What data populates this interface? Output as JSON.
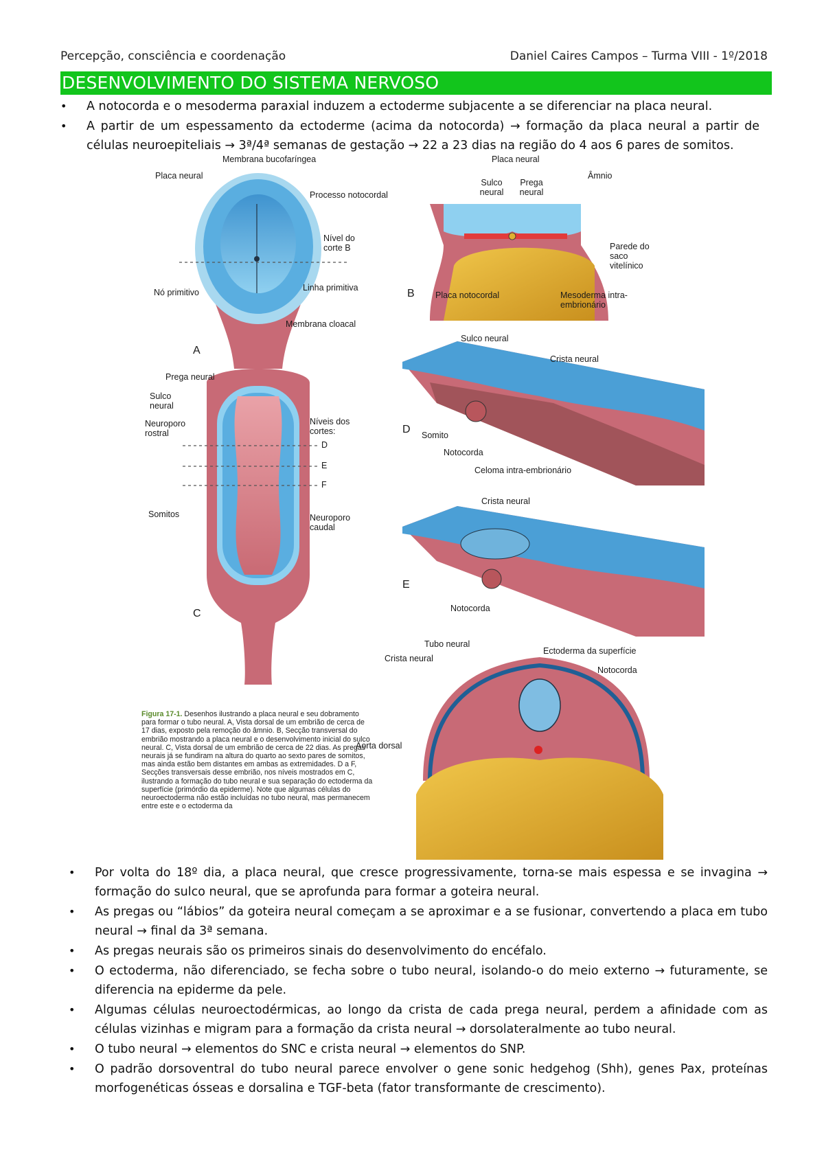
{
  "header": {
    "left": "Percepção, consciência e coordenação",
    "right": "Daniel Caires Campos – Turma VIII - 1º/2018"
  },
  "title": "DESENVOLVIMENTO DO SISTEMA NERVOSO",
  "bullets_top": [
    "A notocorda e o mesoderma paraxial induzem a ectoderme subjacente a se diferenciar na placa neural.",
    "A partir de um espessamento da ectoderme (acima da notocorda) → formação da placa neural a partir de células neuroepiteliais → 3ª/4ª semanas de gestação → 22 a 23 dias na região do 4 aos 6 pares de somitos."
  ],
  "figure": {
    "panel_a": {
      "letter": "A",
      "labels": {
        "membrana_bucofaringea": "Membrana bucofaríngea",
        "placa_neural": "Placa neural",
        "processo_notocordal": "Processo notocordal",
        "nivel_corte": "Nível do corte B",
        "no_primitivo": "Nó primitivo",
        "linha_primitiva": "Linha primitiva",
        "membrana_cloacal": "Membrana cloacal"
      }
    },
    "panel_b": {
      "letter": "B",
      "labels": {
        "placa_neural": "Placa neural",
        "sulco_neural": "Sulco neural",
        "prega_neural": "Prega neural",
        "amnio": "Âmnio",
        "parede_saco": "Parede do saco vitelínico",
        "placa_notocordal": "Placa notocordal",
        "mesoderma": "Mesoderma intra-embrionário"
      }
    },
    "panel_c": {
      "letter": "C",
      "labels": {
        "prega_neural": "Prega neural",
        "sulco_neural": "Sulco neural",
        "neuroporo_rostral": "Neuroporo rostral",
        "niveis_cortes": "Níveis dos cortes:",
        "d": "D",
        "e": "E",
        "f": "F",
        "somitos": "Somitos",
        "neuroporo_caudal": "Neuroporo caudal"
      }
    },
    "panel_d": {
      "letter": "D",
      "labels": {
        "sulco_neural": "Sulco neural",
        "crista_neural": "Crista neural",
        "somito": "Somito",
        "notocorda": "Notocorda",
        "celoma": "Celoma intra-embrionário"
      }
    },
    "panel_e": {
      "letter": "E",
      "labels": {
        "crista_neural": "Crista neural",
        "notocorda": "Notocorda"
      }
    },
    "panel_f": {
      "labels": {
        "tubo_neural": "Tubo neural",
        "crista_neural": "Crista neural",
        "ectoderma": "Ectoderma da superfície",
        "notocorda": "Notocorda",
        "aorta": "Aorta dorsal"
      }
    },
    "caption": {
      "figure_number": "Figura 17-1.",
      "text": "Desenhos ilustrando a placa neural e seu dobramento para formar o tubo neural. A, Vista dorsal de um embrião de cerca de 17 dias, exposto pela remoção do âmnio. B, Secção transversal do embrião mostrando a placa neural e o desenvolvimento inicial do sulco neural. C, Vista dorsal de um embrião de cerca de 22 dias. As pregas neurais já se fundiram na altura do quarto ao sexto pares de somitos, mas ainda estão bem distantes em ambas as extremidades. D a F, Secções transversais desse embrião, nos níveis mostrados em C, ilustrando a formação do tubo neural e sua separação do ectoderma da superfície (primórdio da epiderme). Note que algumas células do neuroectoderma não estão incluídas no tubo neural, mas permanecem entre este e o ectoderma da"
    }
  },
  "bullets_bottom": [
    "Por volta do 18º dia, a placa neural, que cresce progressivamente, torna-se mais espessa e se invagina → formação do sulco neural, que se aprofunda para formar a goteira neural.",
    "As pregas ou “lábios” da goteira neural começam a se aproximar e a se fusionar, convertendo a placa em tubo neural → final da 3ª semana.",
    "As pregas neurais são os primeiros sinais do desenvolvimento do encéfalo.",
    "O ectoderma, não diferenciado, se fecha sobre o tubo neural, isolando-o do meio externo → futuramente, se diferencia na epiderme da pele.",
    "Algumas células neuroectodérmicas, ao longo da crista de cada prega neural, perdem a afinidade com as células vizinhas e migram para a formação da crista neural → dorsolateralmente ao tubo neural.",
    "O tubo neural → elementos do SNC e crista neural → elementos do SNP.",
    "O padrão dorsoventral do tubo neural parece envolver o gene sonic hedgehog (Shh), genes Pax, proteínas morfogenéticas ósseas e dorsalina e TGF-beta (fator transformante de crescimento)."
  ],
  "bullet_glyph": "•",
  "colors": {
    "title_bar": "#12c51c",
    "amnion_blue": "#5fb3e0",
    "tissue_pink": "#d9808a",
    "yolk_yellow": "#e3b53a"
  }
}
